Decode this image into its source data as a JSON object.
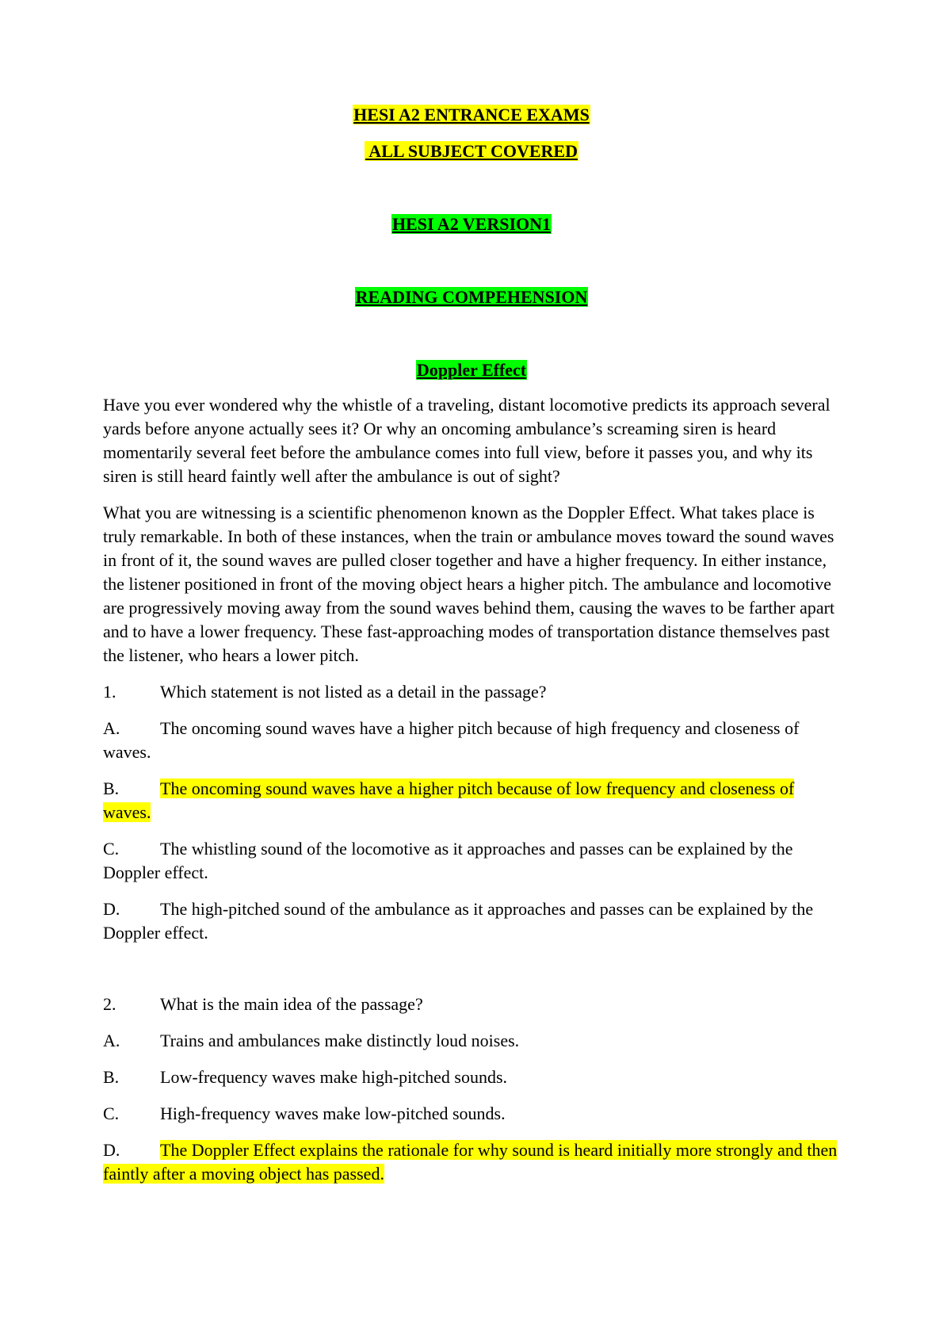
{
  "header": {
    "title_line1": "HESI A2 ENTRANCE EXAMS",
    "title_line2": " ALL SUBJECT COVERED",
    "version": "HESI A2 VERSION1",
    "section": "READING COMPEHENSION",
    "passage_title": "Doppler Effect"
  },
  "passage": {
    "p1": "Have you ever wondered why the whistle of a traveling, distant locomotive predicts its approach several yards before anyone actually sees it? Or why an oncoming ambulance’s screaming siren is heard momentarily several feet before the ambulance comes into full view, before it passes you, and why its siren is still heard faintly well after the ambulance is out of sight?",
    "p2": "What you are witnessing is a scientific phenomenon known as the Doppler Effect. What takes place is truly remarkable. In both of these instances, when the train or ambulance moves toward the sound waves in front of it, the sound waves are pulled closer together and have a higher frequency. In either instance, the listener positioned in front of the moving object hears a higher pitch. The ambulance and locomotive are progressively moving away from the sound waves behind them, causing the waves to be farther apart and to have a lower frequency. These fast-approaching modes of transportation distance themselves past the listener, who hears a lower pitch."
  },
  "questions": [
    {
      "number": "1.",
      "text": "Which statement is not listed as a detail in the passage?",
      "options": [
        {
          "letter": "A.",
          "text": "The oncoming sound waves have a higher pitch because of high frequency and closeness of waves."
        },
        {
          "letter": "B.",
          "text": "The oncoming sound waves have a higher pitch because of low frequency and closeness of waves."
        },
        {
          "letter": "C.",
          "text": "The whistling sound of the locomotive as it approaches and passes can be explained by the Doppler effect."
        },
        {
          "letter": "D.",
          "text": "The high-pitched sound of the ambulance as it approaches and passes can be explained by the Doppler effect."
        }
      ]
    },
    {
      "number": "2.",
      "text": "What is the main idea of the passage?",
      "options": [
        {
          "letter": "A.",
          "text": "Trains and ambulances make distinctly loud noises."
        },
        {
          "letter": "B.",
          "text": "Low-frequency waves make high-pitched sounds."
        },
        {
          "letter": "C.",
          "text": "High-frequency waves make low-pitched sounds."
        },
        {
          "letter": "D.",
          "text": "The Doppler Effect explains the rationale for why sound is heard initially more strongly and then faintly after a moving object has passed."
        }
      ]
    }
  ],
  "colors": {
    "highlight_yellow": "#ffff00",
    "highlight_green": "#00ff00"
  }
}
